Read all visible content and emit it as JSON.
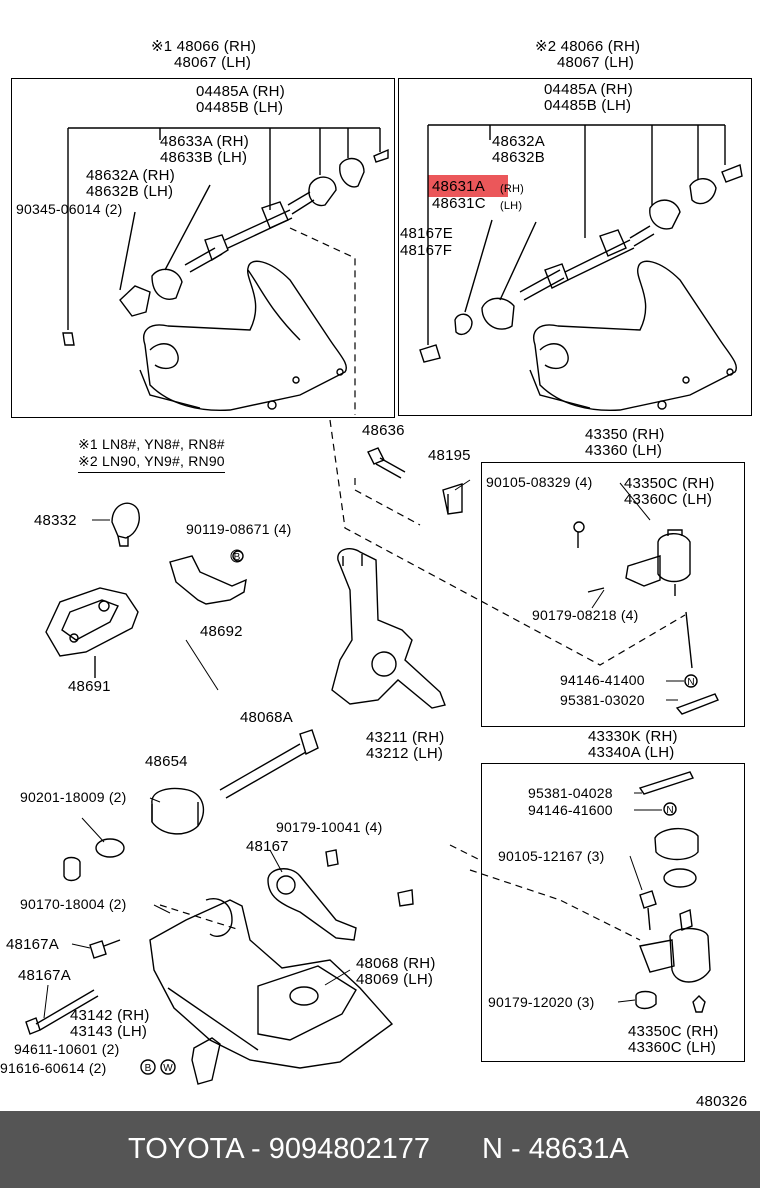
{
  "labels": {
    "l1_top": "※1 48066 (RH)",
    "l1_bot": "48067 (LH)",
    "l2_top": "※2 48066 (RH)",
    "l2_bot": "48067 (LH)",
    "a1": "04485A (RH)",
    "a2": "04485B (LH)",
    "b1": "48633A (RH)",
    "b2": "48633B (LH)",
    "c1": "48632A (RH)",
    "c2": "48632B (LH)",
    "d1": "90345-06014 (2)",
    "e1": "04485A (RH)",
    "e2": "04485B (LH)",
    "f1": "48632A",
    "f2": "48632B",
    "g1": "48631A",
    "g1s": "(RH)",
    "g2": "48631C",
    "g2s": "(LH)",
    "h1": "48167E",
    "h2": "48167F",
    "note1": "※1 LN8#, YN8#, RN8#",
    "note2": "※2 LN90, YN9#, RN90",
    "p48636": "48636",
    "p48195": "48195",
    "p43350": "43350 (RH)",
    "p43360": "43360 (LH)",
    "p48332": "48332",
    "p90119": "90119-08671 (4)",
    "p48692": "48692",
    "p48691": "48691",
    "p90105a": "90105-08329 (4)",
    "p43350c": "43350C (RH)",
    "p43360c": "43360C (LH)",
    "p90179a": "90179-08218 (4)",
    "p94146a": "94146-41400",
    "p95381a": "95381-03020",
    "p43211": "43211 (RH)",
    "p43212": "43212 (LH)",
    "p48068a": "48068A",
    "p48654": "48654",
    "p90201": "90201-18009 (2)",
    "p90179b": "90179-10041 (4)",
    "p48167": "48167",
    "p90170": "90170-18004 (2)",
    "p48167a1": "48167A",
    "p48167a2": "48167A",
    "p48068": "48068 (RH)",
    "p48069": "48069 (LH)",
    "p43142": "43142 (RH)",
    "p43143": "43143 (LH)",
    "p94611": "94611-10601 (2)",
    "p91616": "91616-60614 (2)",
    "p43330k": "43330K (RH)",
    "p43340a": "43340A (LH)",
    "p95381b": "95381-04028",
    "p94146b": "94146-41600",
    "p90105b": "90105-12167 (3)",
    "p90179c": "90179-12020 (3)",
    "p43350c2": "43350C (RH)",
    "p43360c2": "43360C (LH)",
    "diagram_code": "480326"
  },
  "footer": {
    "brand_part": "TOYOTA - 9094802177",
    "ref": "N - 48631A"
  },
  "colors": {
    "highlight": "#e8393d",
    "footer_bg": "#555555"
  }
}
